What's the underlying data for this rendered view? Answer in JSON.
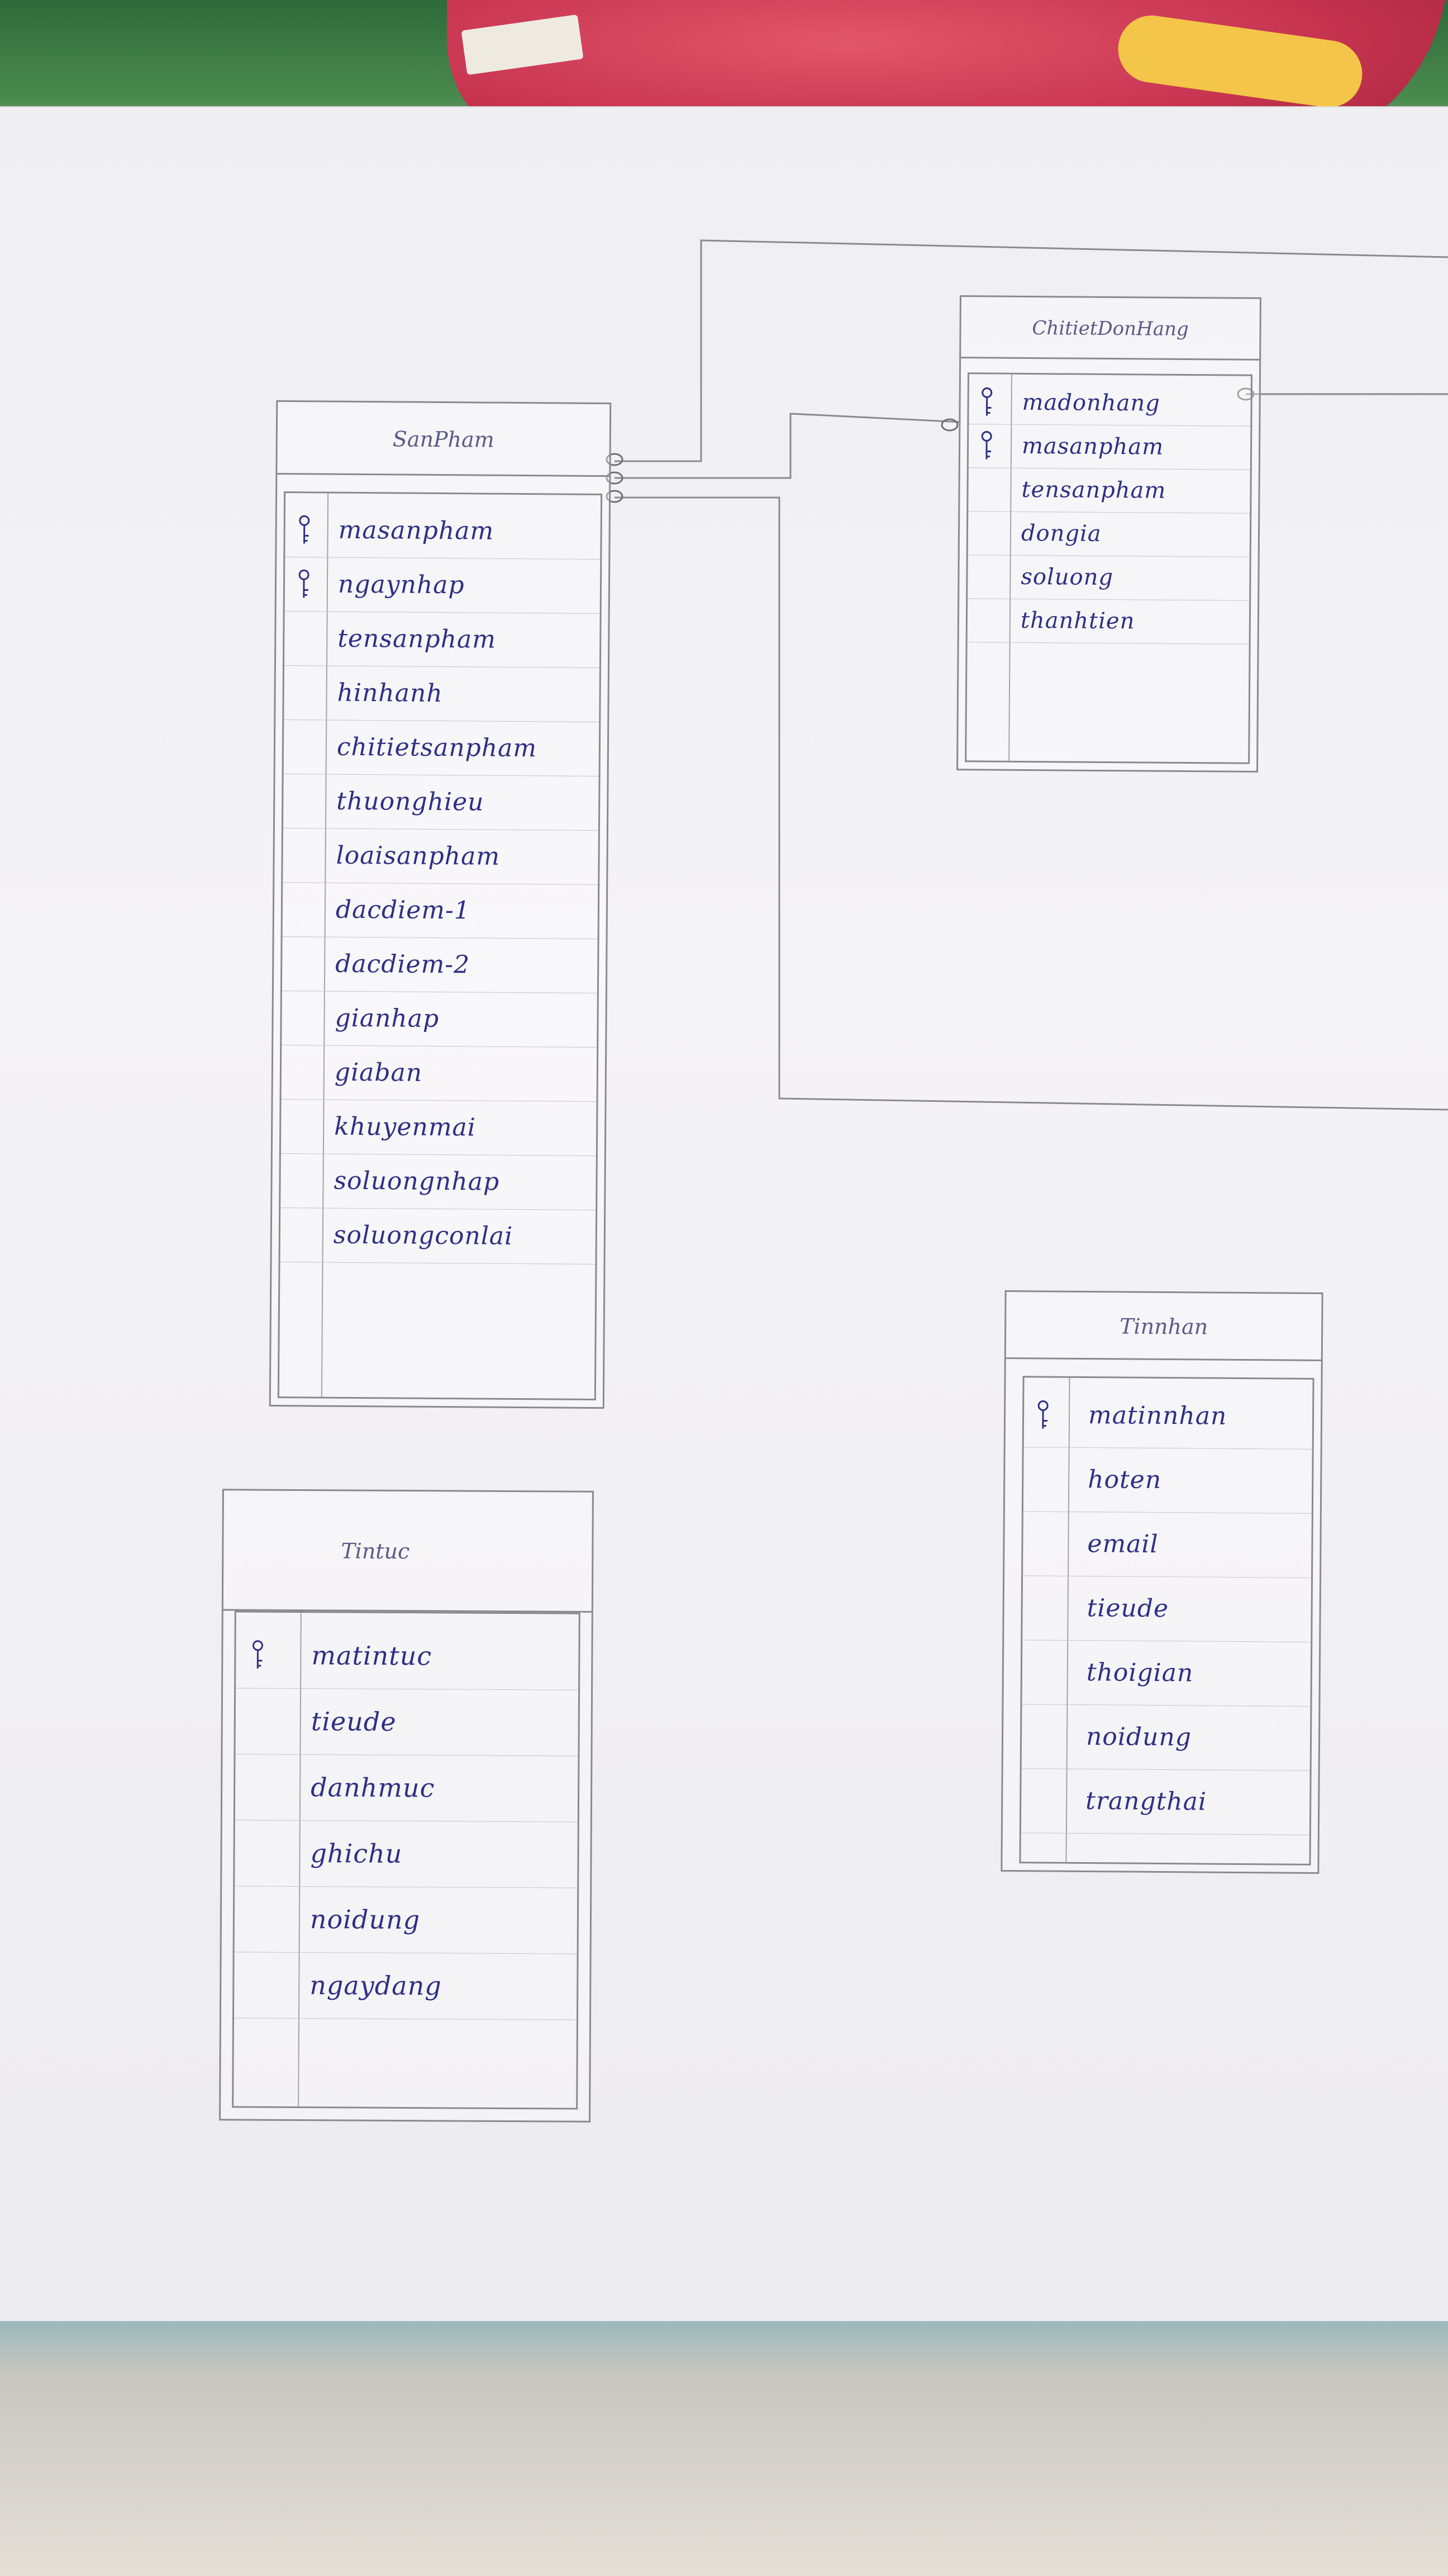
{
  "diagram": {
    "tables": {
      "sanpham": {
        "title": "SanPham",
        "fields": [
          {
            "name": "masanpham",
            "key": true
          },
          {
            "name": "ngaynhap",
            "key": true
          },
          {
            "name": "tensanpham",
            "key": false
          },
          {
            "name": "hinhanh",
            "key": false
          },
          {
            "name": "chitietsanpham",
            "key": false
          },
          {
            "name": "thuonghieu",
            "key": false
          },
          {
            "name": "loaisanpham",
            "key": false
          },
          {
            "name": "dacdiem-1",
            "key": false
          },
          {
            "name": "dacdiem-2",
            "key": false
          },
          {
            "name": "gianhap",
            "key": false
          },
          {
            "name": "giaban",
            "key": false
          },
          {
            "name": "khuyenmai",
            "key": false
          },
          {
            "name": "soluongnhap",
            "key": false
          },
          {
            "name": "soluongconlai",
            "key": false
          }
        ]
      },
      "chitietdonhang": {
        "title": "ChitietDonHang",
        "fields": [
          {
            "name": "madonhang",
            "key": true
          },
          {
            "name": "masanpham",
            "key": true
          },
          {
            "name": "tensanpham",
            "key": false
          },
          {
            "name": "dongia",
            "key": false
          },
          {
            "name": "soluong",
            "key": false
          },
          {
            "name": "thanhtien",
            "key": false
          }
        ]
      },
      "tinnhan": {
        "title": "Tinnhan",
        "fields": [
          {
            "name": "matinnhan",
            "key": true
          },
          {
            "name": "hoten",
            "key": false
          },
          {
            "name": "email",
            "key": false
          },
          {
            "name": "tieude",
            "key": false
          },
          {
            "name": "thoigian",
            "key": false
          },
          {
            "name": "noidung",
            "key": false
          },
          {
            "name": "trangthai",
            "key": false
          }
        ]
      },
      "tintuc": {
        "title": "Tintuc",
        "fields": [
          {
            "name": "matintuc",
            "key": true
          },
          {
            "name": "tieude",
            "key": false
          },
          {
            "name": "danhmuc",
            "key": false
          },
          {
            "name": "ghichu",
            "key": false
          },
          {
            "name": "noidung",
            "key": false
          },
          {
            "name": "ngaydang",
            "key": false
          }
        ]
      }
    },
    "colors": {
      "ink": "#2f2f84",
      "pencil": "#8a8a8f"
    }
  }
}
